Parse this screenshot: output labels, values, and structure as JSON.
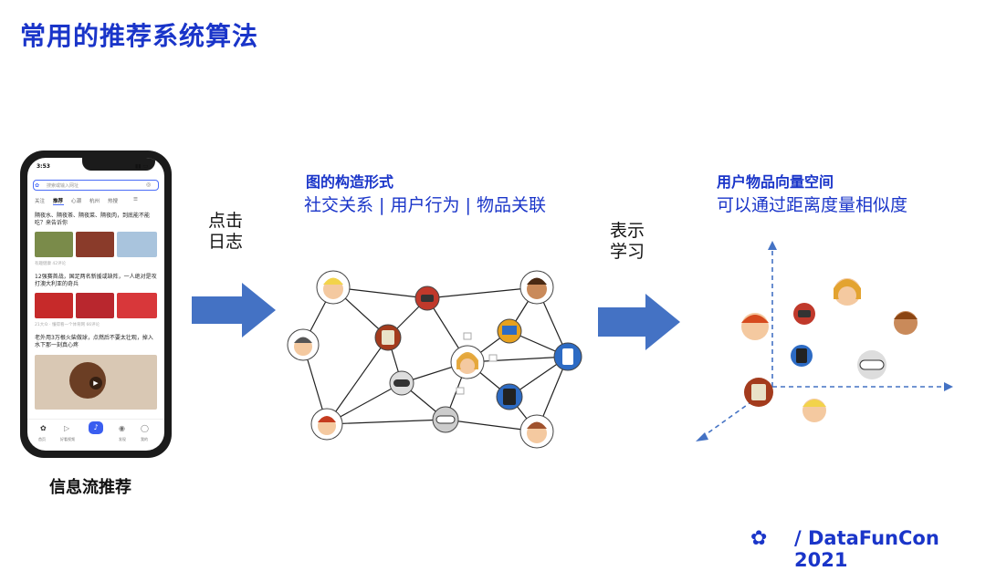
{
  "title": "常用的推荐系统算法",
  "phone": {
    "time": "3:53",
    "search_placeholder": "搜索或输入网址",
    "tabs": [
      "关注",
      "推荐",
      "心潮",
      "杭州",
      "热搜"
    ],
    "news": [
      {
        "text": "隔夜水、隔夜茶、隔夜菜、隔夜肉，到底能不能吃？来告诉你",
        "meta": "有趣健康  42评论"
      },
      {
        "text": "12强赛首战，国足两名新援或缺阵，一人绝对是攻打澳大利亚的奇兵",
        "meta": "21大众 · 懂得看一个体育网  66评论"
      },
      {
        "text": "老外用3万根火柴做球，点燃后不要太壮观，掉入水下那一刻真心疼",
        "meta": ""
      }
    ],
    "nav": [
      "首页",
      "好看视频",
      "",
      "发现",
      "我的"
    ]
  },
  "phone_caption": "信息流推荐",
  "arrow1_label": [
    "点击",
    "日志"
  ],
  "graph_heading": "图的构造形式",
  "graph_subheading": "社交关系 | 用户行为 | 物品关联",
  "arrow2_label": [
    "表示",
    "学习"
  ],
  "space_heading": "用户物品向量空间",
  "space_subheading": "可以通过距离度量相似度",
  "footer_brand": "/ DataFunCon 2021",
  "colors": {
    "accent": "#1a35c9",
    "arrow": "#4472c4"
  }
}
